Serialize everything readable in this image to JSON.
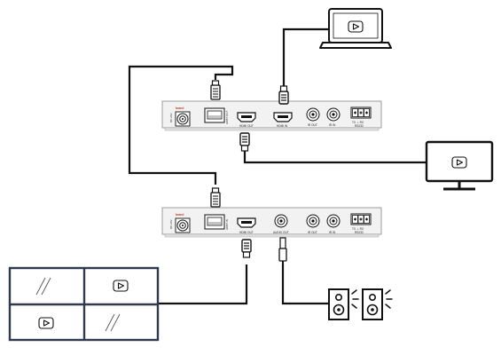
{
  "transmitter": {
    "brand": "brand",
    "power_label": "DC 24V",
    "hdbt_label": "HDBT OUT",
    "hdmi_out_label": "HDMI OUT",
    "hdmi_in_label": "HDMI IN",
    "ir_out_label": "IR OUT",
    "ir_in_label": "IR IN",
    "rs232_pins": "TX  ⊥  RX",
    "rs232_label": "RS232"
  },
  "receiver": {
    "brand": "brand",
    "power_label": "DC 24V",
    "hdbt_label": "HDBT IN",
    "hdmi_out_label": "HDMI OUT",
    "audio_label": "AUDIO OUT",
    "ir_out_label": "IR OUT",
    "ir_in_label": "IR IN",
    "rs232_pins": "TX  ⊥  RX",
    "rs232_label": "RS232"
  },
  "colors": {
    "line": "#111111",
    "panel": "#f2f2f2",
    "brand": "#c0392b",
    "video_wall": "#2f3a4f"
  },
  "icons": [
    "laptop-icon",
    "monitor-icon",
    "video-wall-icon",
    "speakers-icon",
    "play-icon"
  ]
}
